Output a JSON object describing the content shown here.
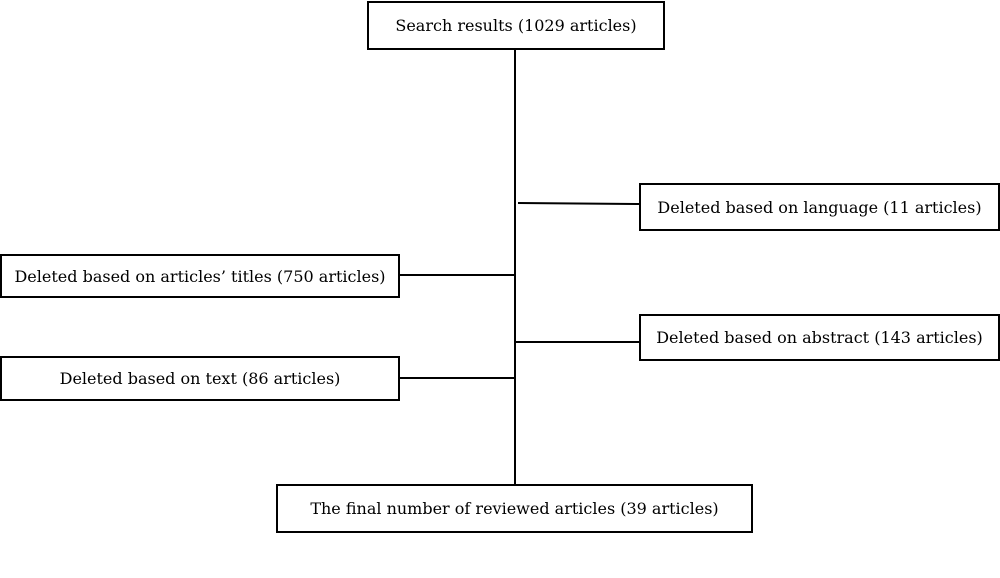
{
  "flowchart": {
    "top": "Search results (1029 articles)",
    "language": "Deleted based on language (11 articles)",
    "titles": "Deleted based on articles’ titles (750 articles)",
    "abstract": "Deleted based on abstract (143 articles)",
    "text": "Deleted based on text (86 articles)",
    "final": "The final number of reviewed articles (39 articles)"
  }
}
